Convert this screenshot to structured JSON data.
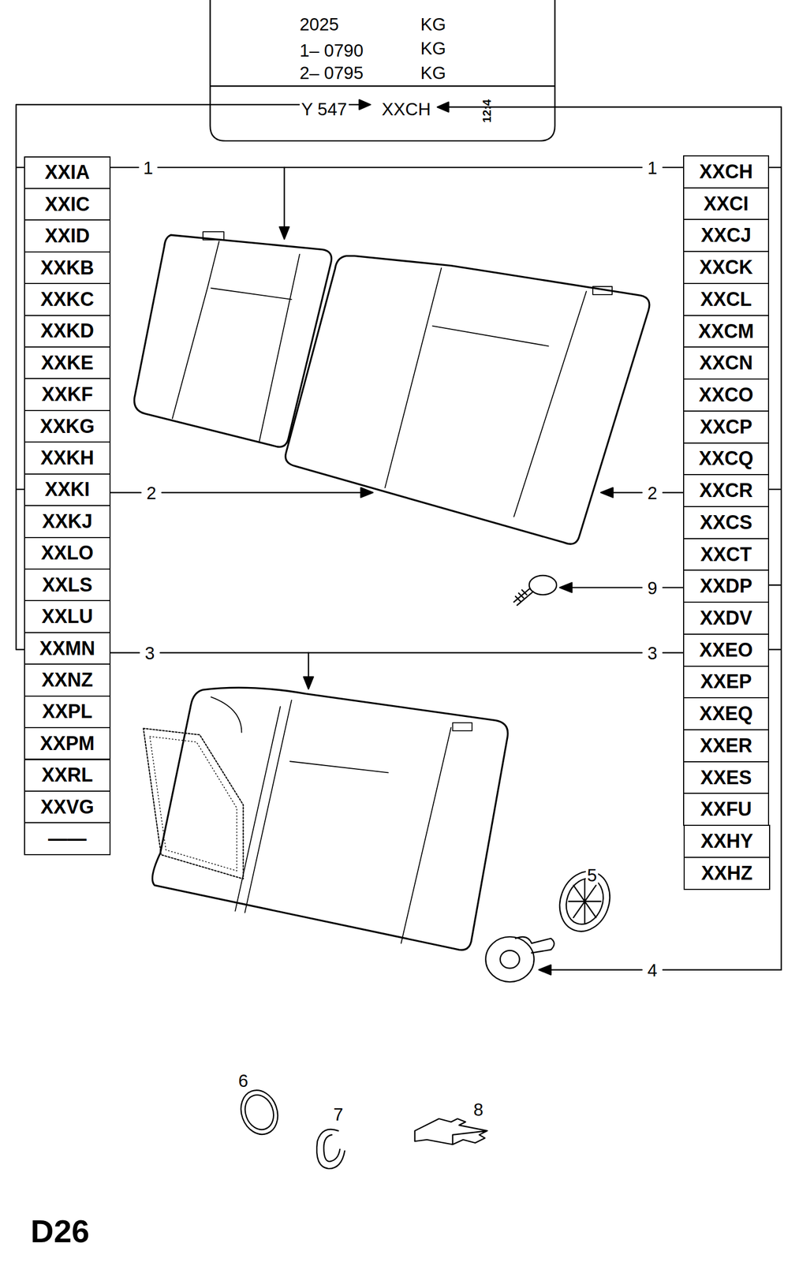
{
  "diagram": {
    "nodes": [
      {
        "text": [
          "2025",
          "KG",
          "1– 0790",
          "KG",
          "2– 0795",
          "KG",
          "Y 547",
          "XXCH",
          "12:4"
        ]
      },
      {
        "text": [
          "XXIA"
        ]
      },
      {
        "text": [
          "XXIC"
        ]
      },
      {
        "text": [
          "XXID"
        ]
      },
      {
        "text": [
          "XXKB"
        ]
      },
      {
        "text": [
          "XXKC"
        ]
      },
      {
        "text": [
          "XXKD"
        ]
      },
      {
        "text": [
          "XXKE"
        ]
      },
      {
        "text": [
          "XXKF"
        ]
      },
      {
        "text": [
          "XXKG"
        ]
      },
      {
        "text": [
          "XXKH"
        ]
      },
      {
        "text": [
          "XXKI"
        ]
      },
      {
        "text": [
          "XXKJ"
        ]
      },
      {
        "text": [
          "XXLO"
        ]
      },
      {
        "text": [
          "XXLS"
        ]
      },
      {
        "text": [
          "XXLU"
        ]
      },
      {
        "text": [
          "XXMN"
        ]
      },
      {
        "text": [
          "XXNZ"
        ]
      },
      {
        "text": [
          "XXPL"
        ]
      },
      {
        "text": [
          "XXPM"
        ]
      },
      {
        "text": [
          "XXRL"
        ]
      },
      {
        "text": [
          "XXVG"
        ]
      },
      {
        "text": [
          "——"
        ]
      },
      {
        "text": [
          "XXCH"
        ]
      },
      {
        "text": [
          "XXCI"
        ]
      },
      {
        "text": [
          "XXCJ"
        ]
      },
      {
        "text": [
          "XXCK"
        ]
      },
      {
        "text": [
          "XXCL"
        ]
      },
      {
        "text": [
          "XXCM"
        ]
      },
      {
        "text": [
          "XXCN"
        ]
      },
      {
        "text": [
          "XXCO"
        ]
      },
      {
        "text": [
          "XXCP"
        ]
      },
      {
        "text": [
          "XXCQ"
        ]
      },
      {
        "text": [
          "XXCR"
        ]
      },
      {
        "text": [
          "XXCS"
        ]
      },
      {
        "text": [
          "XXCT"
        ]
      },
      {
        "text": [
          "XXDP"
        ]
      },
      {
        "text": [
          "XXDV"
        ]
      },
      {
        "text": [
          "XXEO"
        ]
      },
      {
        "text": [
          "XXEP"
        ]
      },
      {
        "text": [
          "XXEQ"
        ]
      },
      {
        "text": [
          "XXER"
        ]
      },
      {
        "text": [
          "XXES"
        ]
      },
      {
        "text": [
          "XXFU"
        ]
      },
      {
        "text": [
          "XXHY"
        ]
      },
      {
        "text": [
          "XXHZ"
        ]
      }
    ],
    "labels": [
      "1",
      "1",
      "2",
      "2",
      "9",
      "3",
      "3",
      "5",
      "4",
      "6",
      "7",
      "8",
      "D26"
    ]
  }
}
